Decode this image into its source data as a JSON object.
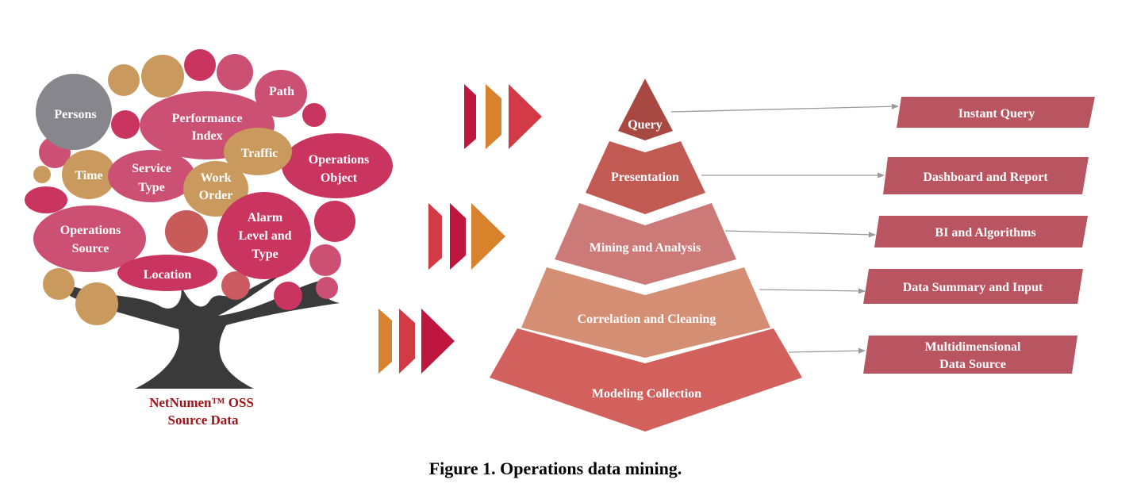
{
  "tree": {
    "nodes": [
      "Persons",
      "Path",
      "Performance Index",
      "Time",
      "Service Type",
      "Work Order",
      "Traffic",
      "Operations Object",
      "Alarm Level and Type",
      "Operations Source",
      "Location"
    ],
    "caption_line1": "NetNumen™ OSS",
    "caption_line2": "Source Data"
  },
  "pyramid": {
    "levels": [
      "Query",
      "Presentation",
      "Mining and Analysis",
      "Correlation and Cleaning",
      "Modeling Collection"
    ]
  },
  "outputs": {
    "items": [
      "Instant Query",
      "Dashboard and Report",
      "BI and Algorithms",
      "Data Summary and Input"
    ],
    "multi_line1": "Multidimensional",
    "multi_line2": "Data Source"
  },
  "caption": "Figure 1. Operations data mining.",
  "colors": {
    "tan": "#c9995e",
    "pink": "#c84a6e",
    "grey": "#86868c",
    "trunk": "#3a3a3a",
    "crimson": "#c0153c",
    "orange": "#d8822e",
    "red": "#d23a45",
    "box": "#b85560",
    "caption_red": "#a0151a"
  }
}
